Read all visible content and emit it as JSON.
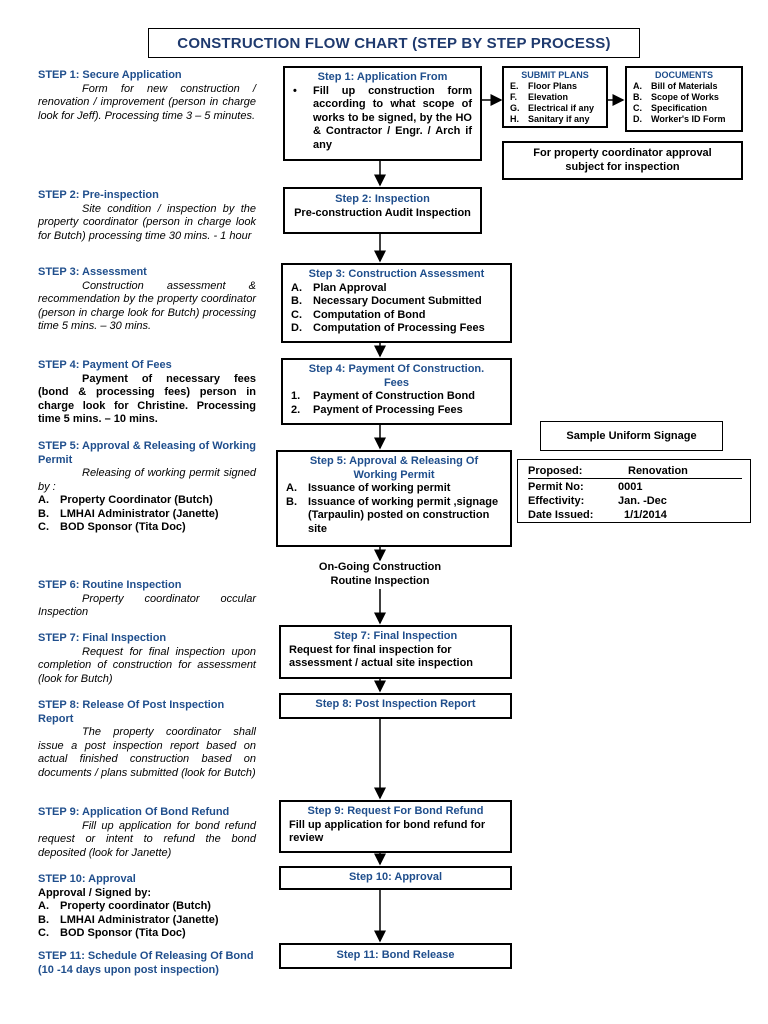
{
  "title": "CONSTRUCTION FLOW CHART  (STEP BY STEP PROCESS)",
  "left_steps": [
    {
      "heading": "STEP 1: Secure Application",
      "desc": "Form for new construction / renovation / improvement (person in charge look for Jeff). Processing time 3 – 5 minutes."
    },
    {
      "heading": "STEP 2: Pre-inspection",
      "desc": "Site condition / inspection by the property coordinator (person in charge look for Butch) processing time 30 mins. - 1 hour"
    },
    {
      "heading": "STEP 3: Assessment",
      "desc": "Construction assessment & recommendation by the property coordinator (person in charge look for Butch) processing time 5 mins. – 30 mins."
    },
    {
      "heading": "STEP 4: Payment Of Fees",
      "desc": "Payment of necessary fees (bond & processing fees) person in charge look for Christine. Processing time 5 mins. – 10 mins."
    },
    {
      "heading": "STEP 5: Approval & Releasing of Working Permit",
      "desc": "Releasing of working permit signed by :",
      "list": [
        {
          "k": "A.",
          "v": "Property Coordinator (Butch)"
        },
        {
          "k": "B.",
          "v": "LMHAI Administrator (Janette)"
        },
        {
          "k": "C.",
          "v": "BOD Sponsor (Tita Doc)"
        }
      ]
    },
    {
      "heading": "STEP 6: Routine Inspection",
      "desc": "Property coordinator occular Inspection"
    },
    {
      "heading": "STEP 7: Final Inspection",
      "desc": "Request for final inspection upon completion of construction for assessment (look for Butch)"
    },
    {
      "heading": "STEP 8: Release Of Post Inspection Report",
      "desc": "The property coordinator shall issue a post inspection report based on actual finished construction based on documents / plans submitted (look for Butch)"
    },
    {
      "heading": "STEP 9: Application Of Bond Refund",
      "desc": "Fill up application for bond refund request or intent to refund the bond deposited (look for Janette)"
    },
    {
      "heading": "STEP 10: Approval",
      "desc": "Approval / Signed by:",
      "list": [
        {
          "k": "A.",
          "v": "Property coordinator (Butch)"
        },
        {
          "k": "B.",
          "v": "LMHAI Administrator (Janette)"
        },
        {
          "k": "C.",
          "v": "BOD Sponsor (Tita Doc)"
        }
      ]
    },
    {
      "heading": "STEP 11: Schedule Of Releasing Of Bond (10 -14 days upon post inspection)"
    }
  ],
  "boxes": {
    "s1": {
      "heading": "Step 1: Application From",
      "bullet": "•",
      "text": "Fill up construction form according to what scope of works to be signed, by the HO & Contractor / Engr. / Arch  if any"
    },
    "plans": {
      "heading": "SUBMIT PLANS",
      "items": [
        {
          "k": "E.",
          "v": "Floor Plans"
        },
        {
          "k": "F.",
          "v": "Elevation"
        },
        {
          "k": "G.",
          "v": "Electrical if any"
        },
        {
          "k": "H.",
          "v": "Sanitary if any"
        }
      ]
    },
    "docs": {
      "heading": "DOCUMENTS",
      "items": [
        {
          "k": "A.",
          "v": "Bill of Materials"
        },
        {
          "k": "B.",
          "v": "Scope of Works"
        },
        {
          "k": "C.",
          "v": "Specification"
        },
        {
          "k": "D.",
          "v": "Worker's ID Form"
        }
      ]
    },
    "coord": {
      "text": "For property coordinator approval subject for inspection"
    },
    "s2": {
      "heading": "Step 2: Inspection",
      "text": "Pre-construction Audit Inspection"
    },
    "s3": {
      "heading": "Step 3: Construction Assessment",
      "items": [
        {
          "k": "A.",
          "v": "Plan Approval"
        },
        {
          "k": "B.",
          "v": "Necessary Document Submitted"
        },
        {
          "k": "C.",
          "v": "Computation of Bond"
        },
        {
          "k": "D.",
          "v": "Computation of Processing Fees"
        }
      ]
    },
    "s4": {
      "heading": "Step 4: Payment Of Construction. Fees",
      "items": [
        {
          "k": "1.",
          "v": "Payment of Construction Bond"
        },
        {
          "k": "2.",
          "v": "Payment of Processing Fees"
        }
      ]
    },
    "s5": {
      "heading": "Step 5: Approval & Releasing Of Working Permit",
      "items": [
        {
          "k": "A.",
          "v": "Issuance of working permit"
        },
        {
          "k": "B.",
          "v": "Issuance of working permit ,signage (Tarpaulin) posted on construction site"
        }
      ]
    },
    "ongoing": {
      "line1": "On-Going Construction",
      "line2": "Routine Inspection"
    },
    "s7": {
      "heading": "Step 7: Final Inspection",
      "text": "Request for final inspection for assessment / actual site inspection"
    },
    "s8": {
      "heading": "Step 8: Post Inspection Report"
    },
    "s9": {
      "heading": "Step 9: Request For Bond Refund",
      "text": "Fill up application for bond refund for review"
    },
    "s10": {
      "heading": "Step 10: Approval"
    },
    "s11": {
      "heading": "Step 11: Bond Release"
    }
  },
  "signage": {
    "title": "Sample Uniform Signage",
    "rows": [
      {
        "label": "Proposed:",
        "value": "Renovation"
      },
      {
        "label": "Permit No:",
        "value": "0001"
      },
      {
        "label": "Effectivity:",
        "value": "Jan. -Dec"
      },
      {
        "label": "Date Issued:",
        "value": "1/1/2014"
      }
    ]
  }
}
